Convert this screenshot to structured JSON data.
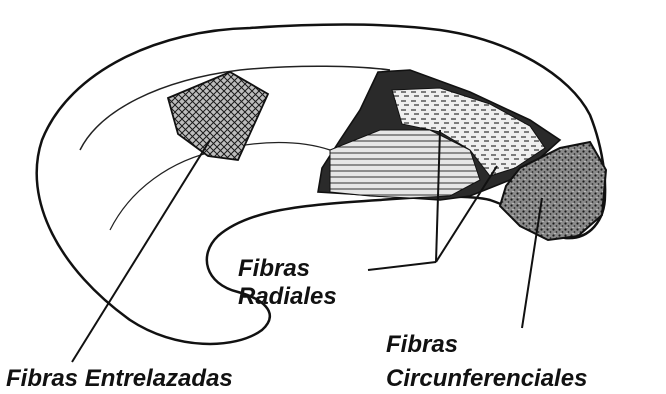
{
  "labels": {
    "interlaced": "Fibras Entrelazadas",
    "radial_line1": "Fibras",
    "radial_line2": "Radiales",
    "circ_line1": "Fibras",
    "circ_line2": "Circunferenciales"
  },
  "colors": {
    "ink": "#111111",
    "disc_fill": "#ffffff",
    "shade": "#d9d9d9"
  }
}
